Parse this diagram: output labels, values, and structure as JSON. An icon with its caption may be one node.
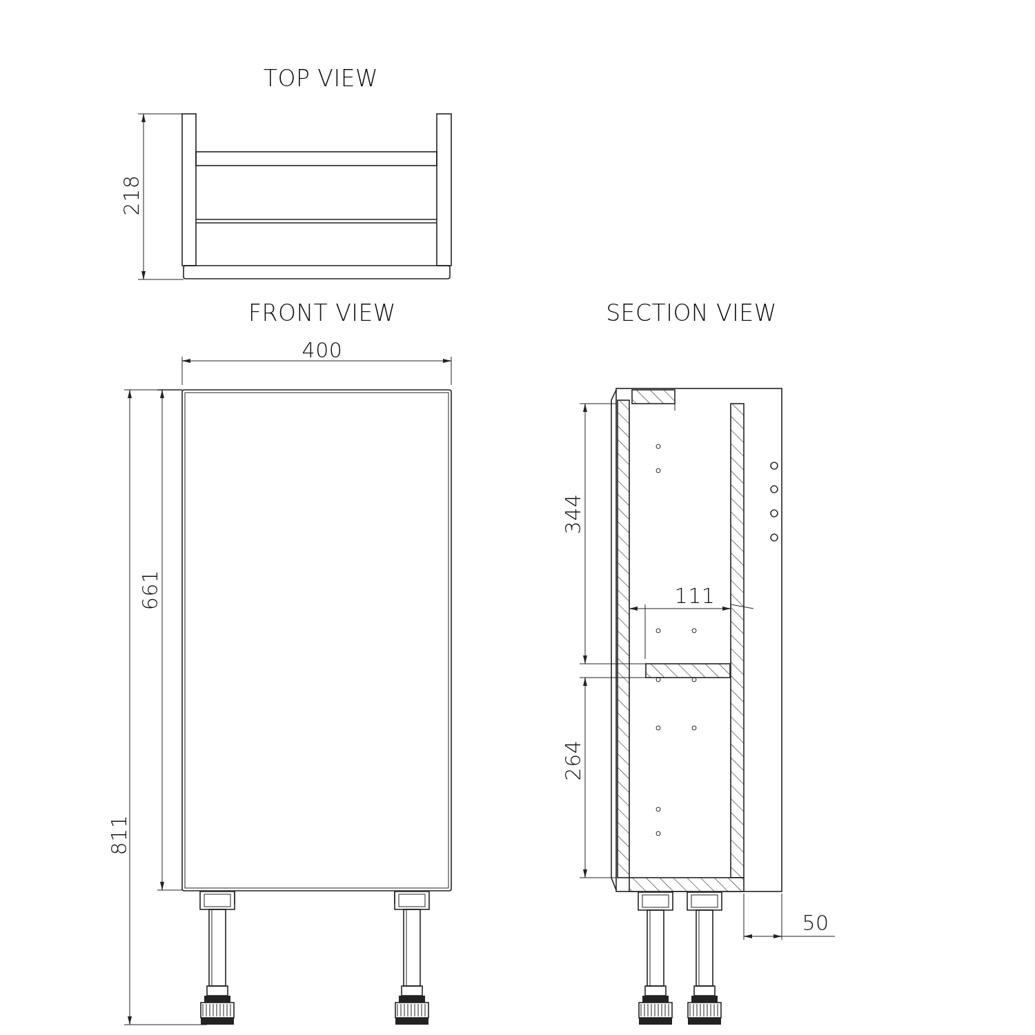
{
  "diagram": {
    "labels": [
      "TOP VIEW",
      "218",
      "FRONT VIEW",
      "SECTION VIEW",
      "400",
      "344",
      "661",
      "111",
      "811",
      "264",
      "50"
    ]
  }
}
